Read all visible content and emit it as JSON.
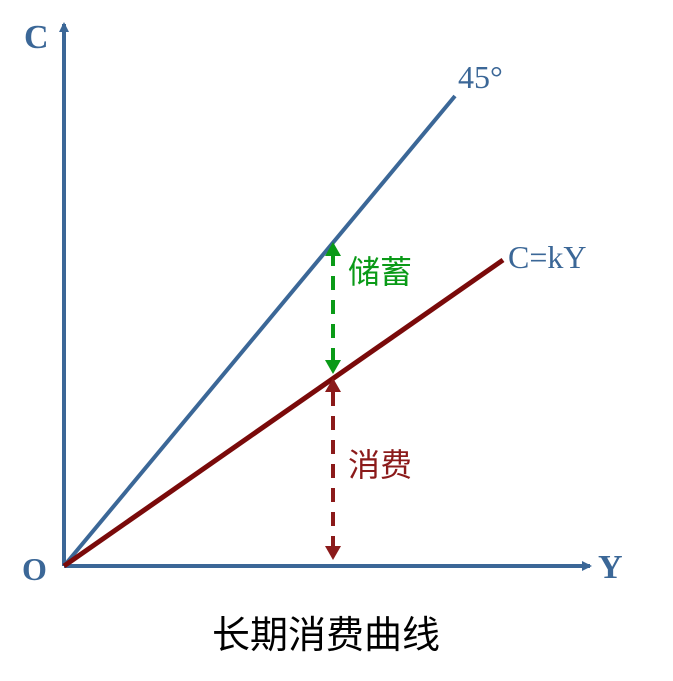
{
  "axes": {
    "y_label": "C",
    "x_label": "Y",
    "origin_label": "O"
  },
  "lines": {
    "line_45": {
      "label": "45°",
      "color": "#3B6797"
    },
    "consumption_line": {
      "label": "C=kY",
      "color": "#7A0A0A"
    }
  },
  "arrows": {
    "saving": {
      "label": "储蓄",
      "color": "#0A9A17"
    },
    "consumption": {
      "label": "消费",
      "color": "#8B1A1A"
    }
  },
  "caption": "长期消费曲线",
  "colors": {
    "axis": "#3B6797",
    "caption": "#000000"
  }
}
